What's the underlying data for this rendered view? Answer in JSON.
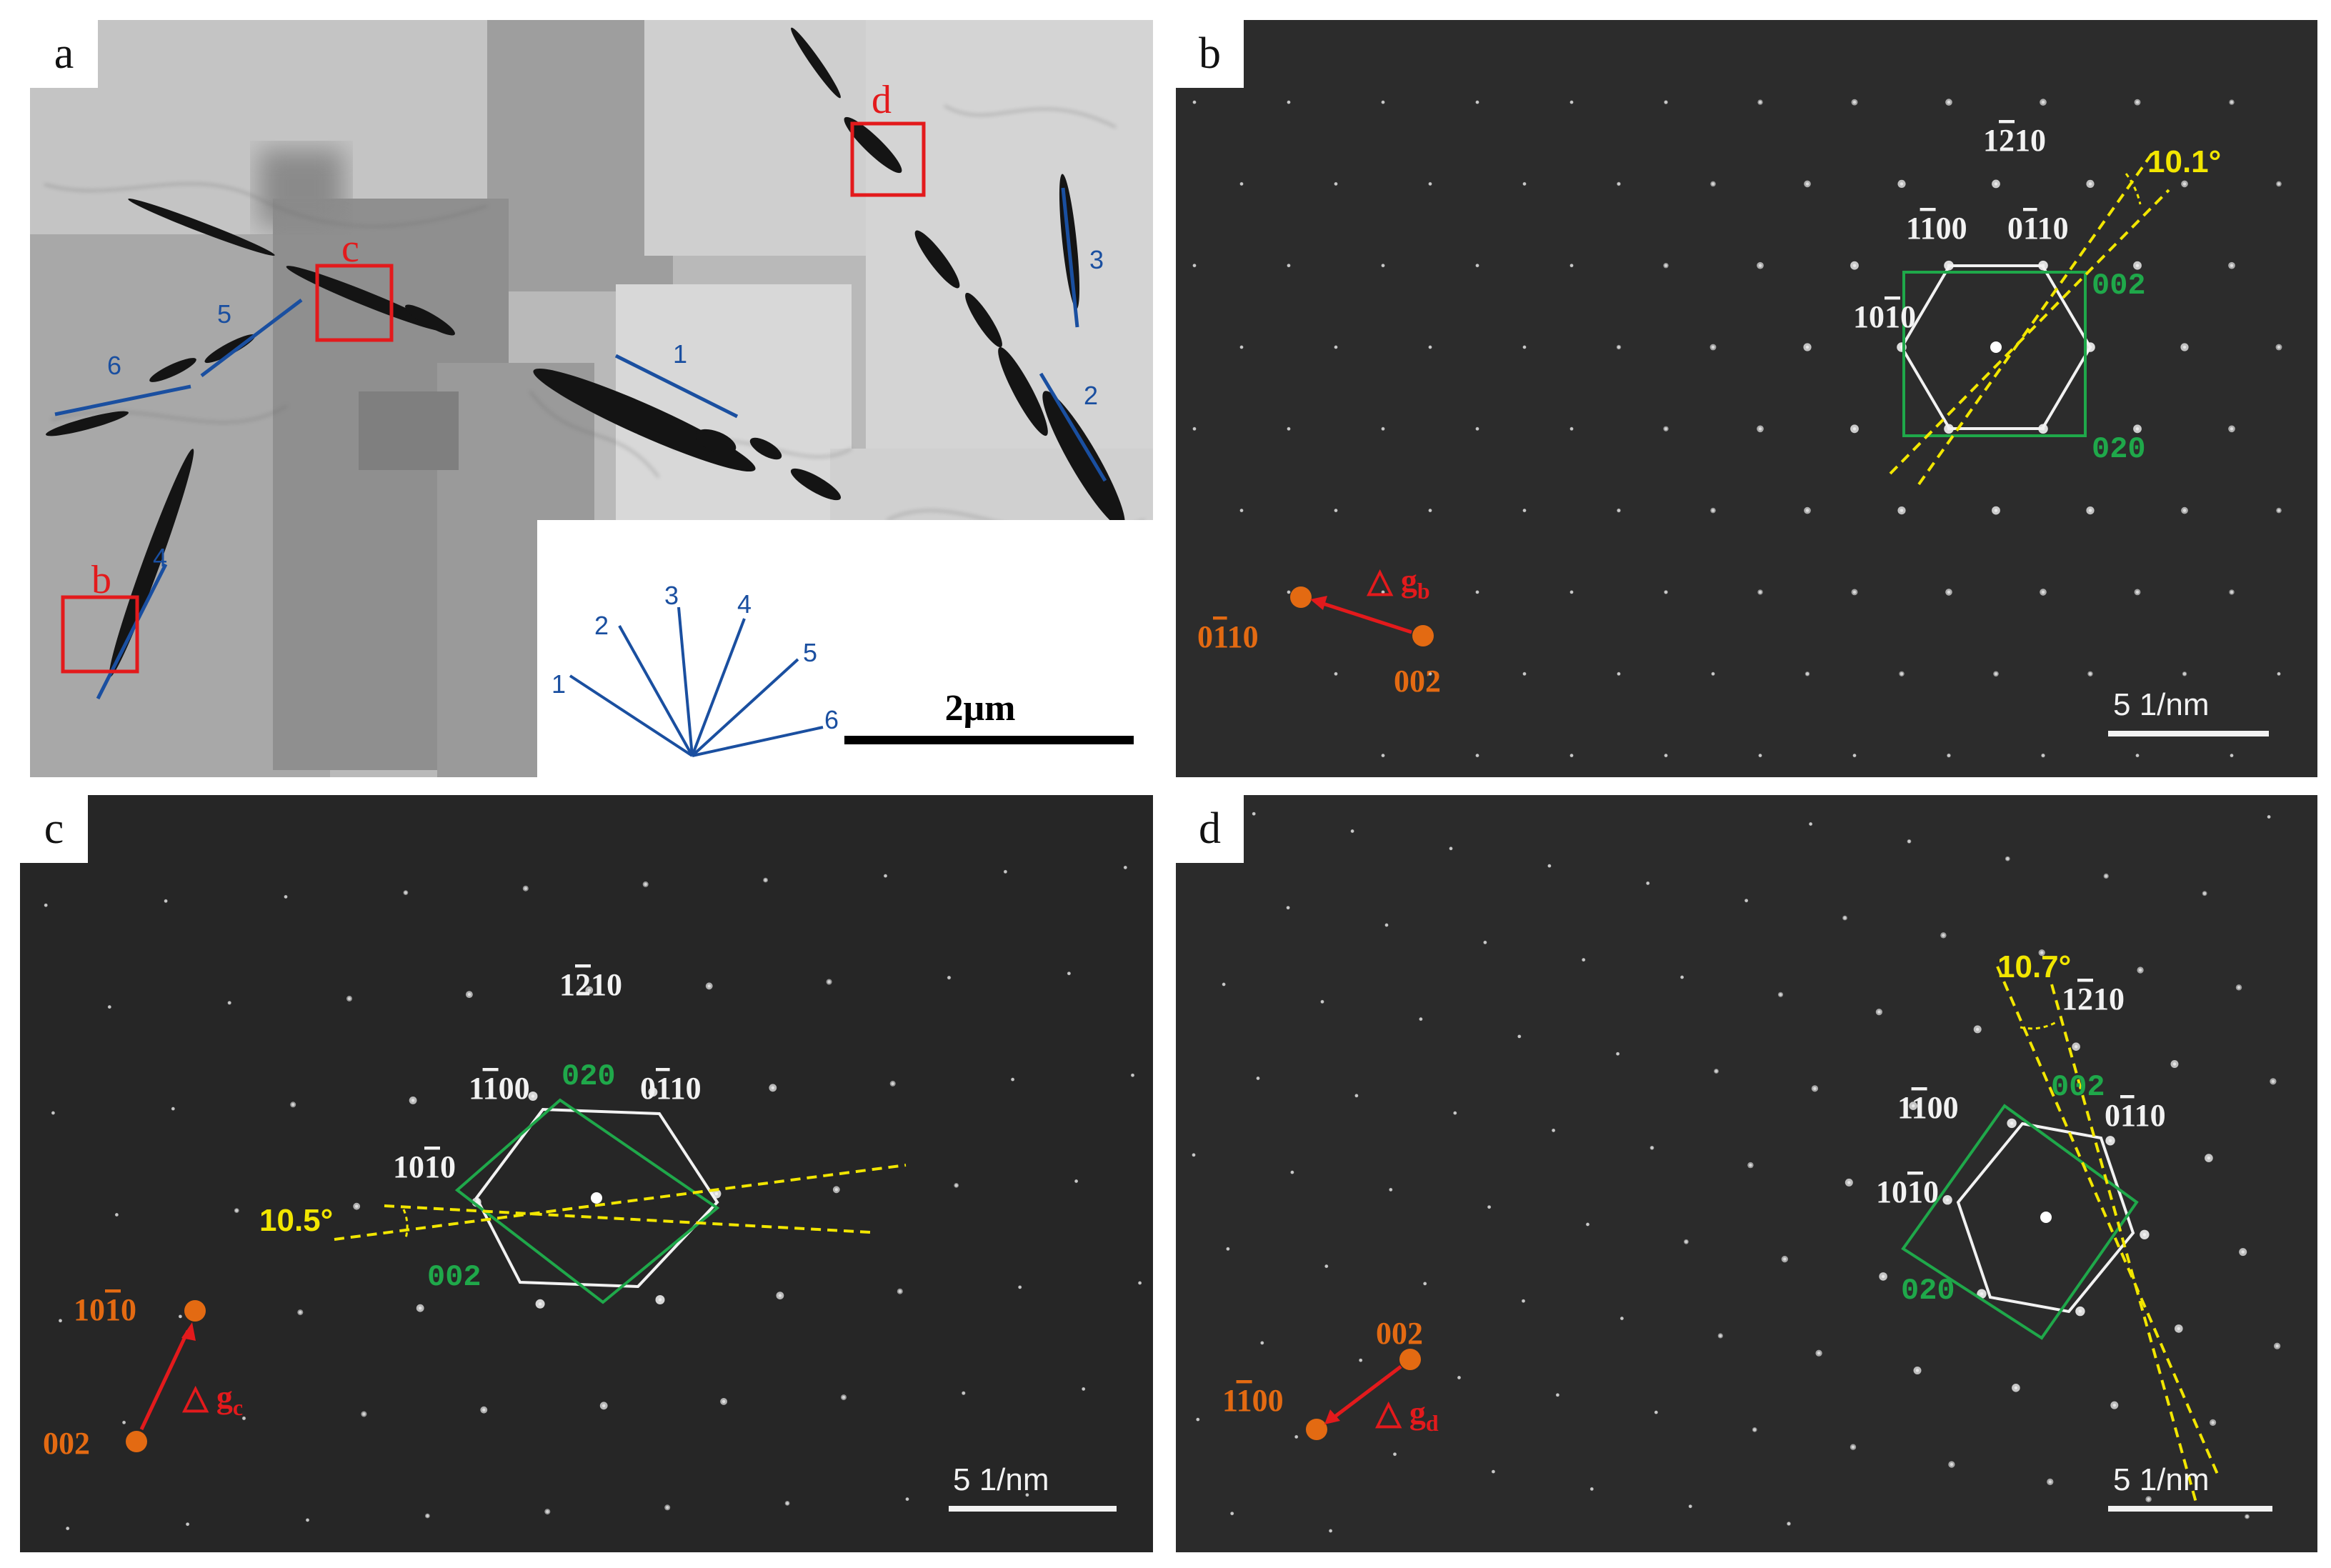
{
  "figure": {
    "panel_tags": {
      "a": "a",
      "b": "b",
      "c": "c",
      "d": "d"
    },
    "colors": {
      "blue": "#1a4fa0",
      "red": "#e31a1c",
      "orange": "#e36a12",
      "yellow": "#f2e600",
      "green": "#1fa84a",
      "white": "#f2f2f2"
    },
    "panel_a": {
      "box_labels": {
        "b": "b",
        "c": "c",
        "d": "d"
      },
      "line_labels": [
        "1",
        "2",
        "3",
        "4",
        "5",
        "6"
      ],
      "fan_labels": [
        "1",
        "2",
        "3",
        "4",
        "5",
        "6"
      ],
      "scalebar": "2μm"
    },
    "panel_b": {
      "idx_1210": "1<tspan text-decoration='overline'>2</tspan>10",
      "idx_1100": "1<tspan text-decoration='overline'>1</tspan>00",
      "idx_0110": "0<tspan text-decoration='overline'>1</tspan>10",
      "idx_1010": "10<tspan text-decoration='overline'>1</tspan>0",
      "g002": "002",
      "g020": "020",
      "angle": "10.1°",
      "delta_g": "△ g",
      "sub": "b",
      "orange_a": "0<tspan text-decoration='overline'>1</tspan>10",
      "orange_b": "002",
      "scalebar": "5 1/nm"
    },
    "panel_c": {
      "idx_1210": "1<tspan text-decoration='overline'>2</tspan>10",
      "idx_1100": "1<tspan text-decoration='overline'>1</tspan>00",
      "idx_0110": "0<tspan text-decoration='overline'>1</tspan>10",
      "idx_1010": "10<tspan text-decoration='overline'>1</tspan>0",
      "g020": "020",
      "g002": "002",
      "angle": "10.5°",
      "delta_g": "△ g",
      "sub": "c",
      "orange_a": "10<tspan text-decoration='overline'>1</tspan>0",
      "orange_b": "002",
      "scalebar": "5 1/nm"
    },
    "panel_d": {
      "idx_1210": "1<tspan text-decoration='overline'>2</tspan>10",
      "idx_1100": "1<tspan text-decoration='overline'>1</tspan>00",
      "idx_0110": "0<tspan text-decoration='overline'>1</tspan>10",
      "idx_1010": "10<tspan text-decoration='overline'>1</tspan>0",
      "g002": "002",
      "g020": "020",
      "angle": "10.7°",
      "delta_g": "△ g",
      "sub": "d",
      "orange_a": "002",
      "orange_b": "1<tspan text-decoration='overline'>1</tspan>00",
      "scalebar": "5 1/nm"
    }
  }
}
